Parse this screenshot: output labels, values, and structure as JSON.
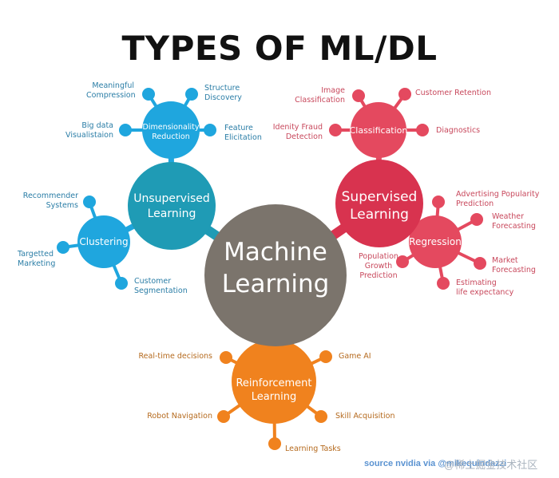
{
  "title": "TYPES OF ML/DL",
  "center": {
    "line1": "Machine",
    "line2": "Learning"
  },
  "unsupervised": {
    "line1": "Unsupervised",
    "line2": "Learning",
    "dimensionality": {
      "line1": "Dimensionality",
      "line2": "Reduction",
      "leaves": [
        {
          "l1": "Meaningful",
          "l2": "Compression"
        },
        {
          "l1": "Structure",
          "l2": "Discovery"
        },
        {
          "l1": "Big data",
          "l2": "Visualistaion"
        },
        {
          "l1": "Feature",
          "l2": "Elicitation"
        }
      ]
    },
    "clustering": {
      "label": "Clustering",
      "leaves": [
        {
          "l1": "Recommender",
          "l2": "Systems"
        },
        {
          "l1": "Targetted",
          "l2": "Marketing"
        },
        {
          "l1": "Customer",
          "l2": "Segmentation"
        }
      ]
    }
  },
  "supervised": {
    "line1": "Supervised",
    "line2": "Learning",
    "classification": {
      "label": "Classification",
      "leaves": [
        {
          "l1": "Image",
          "l2": "Classification"
        },
        {
          "l1": "Customer Retention",
          "l2": ""
        },
        {
          "l1": "Idenity Fraud",
          "l2": "Detection"
        },
        {
          "l1": "Diagnostics",
          "l2": ""
        }
      ]
    },
    "regression": {
      "label": "Regression",
      "leaves": [
        {
          "l1": "Advertising Popularity",
          "l2": "Prediction"
        },
        {
          "l1": "Weather",
          "l2": "Forecasting"
        },
        {
          "l1": "Population",
          "l2": "Growth",
          "l3": "Prediction"
        },
        {
          "l1": "Market",
          "l2": "Forecasting"
        },
        {
          "l1": "Estimating",
          "l2": "life expectancy"
        }
      ]
    }
  },
  "reinforcement": {
    "line1": "Reinforcement",
    "line2": "Learning",
    "leaves": [
      {
        "l1": "Real-time decisions"
      },
      {
        "l1": "Game AI"
      },
      {
        "l1": "Robot Navigation"
      },
      {
        "l1": "Skill Acquisition"
      },
      {
        "l1": "Learning Tasks"
      }
    ]
  },
  "footer": {
    "source": "source nvidia via @mikequindazzi",
    "watermark": "@稀土掘金技术社区"
  },
  "colors": {
    "blue": "#1fa6de",
    "teal": "#1f9bb5",
    "red": "#e4495f",
    "crimson": "#d8334f",
    "orange": "#f0821e",
    "gray": "#7b746c"
  }
}
